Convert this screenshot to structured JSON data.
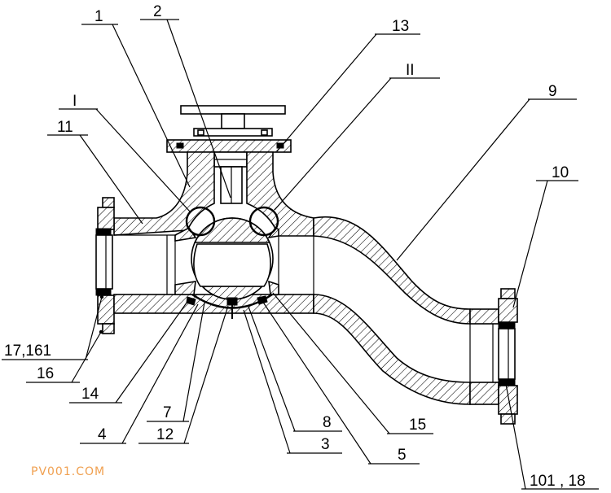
{
  "labels": {
    "l1": "1",
    "l2": "2",
    "l13": "13",
    "lII": "II",
    "lI": "I",
    "l11": "11",
    "l9": "9",
    "l10": "10",
    "l17_161": "17,161",
    "l16": "16",
    "l14": "14",
    "l4": "4",
    "l7": "7",
    "l12": "12",
    "l8": "8",
    "l3": "3",
    "l15": "15",
    "l5": "5",
    "l101_18": "101 , 18"
  },
  "watermark": "PV001.COM",
  "colors": {
    "line": "#000000",
    "watermark": "#f0a050"
  }
}
